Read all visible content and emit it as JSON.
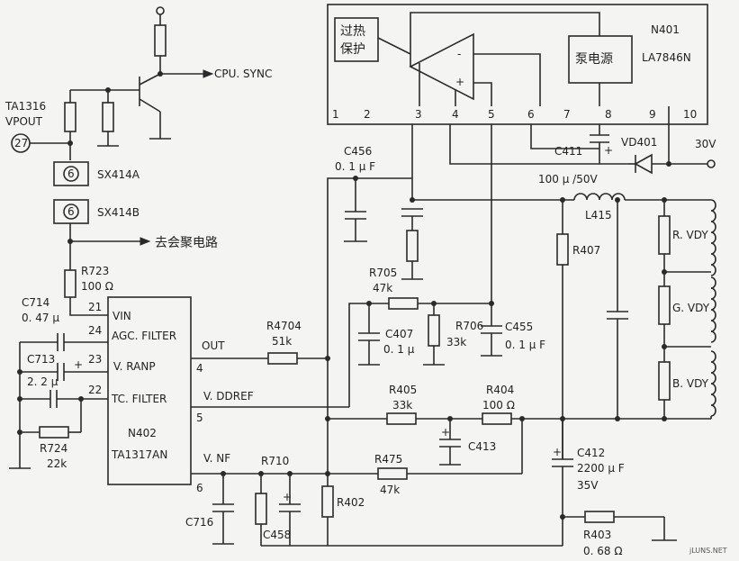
{
  "labels": {
    "overheat": [
      "过热",
      "保护"
    ],
    "pump_power": "泵电源",
    "n401": "N401",
    "la7846n": "LA7846N",
    "n401_pins": [
      "1",
      "2",
      "3",
      "4",
      "5",
      "6",
      "7",
      "8",
      "9",
      "10"
    ],
    "opamp_minus": "-",
    "opamp_plus": "+",
    "c411": "C411",
    "vd401": "VD401",
    "v30": "30V",
    "c456_name": "C456",
    "c456_val": "0. 1 μ F",
    "c411_val": "100 μ /50V",
    "l415": "L415",
    "r407": "R407",
    "r_vdy": "R. VDY",
    "g_vdy": "G. VDY",
    "b_vdy": "B. VDY",
    "ta1316": "TA1316",
    "vpout": "VPOUT",
    "pin27": "27",
    "cpu_sync": "CPU. SYNC",
    "sx_pin": "6",
    "sx414a": "SX414A",
    "sx414b": "SX414B",
    "convergence": "去会聚电路",
    "r723_name": "R723",
    "r723_val": "100 Ω",
    "c714_name": "C714",
    "c714_val": "0. 47 μ",
    "c713_name": "C713",
    "c713_val": "2. 2 μ",
    "r724_name": "R724",
    "r724_val": "22k",
    "n402": "N402",
    "ta1317an": "TA1317AN",
    "pin_vin": "VIN",
    "pin_agc": "AGC. FILTER",
    "pin_vranp": "V. RANP",
    "pin_tc": "TC. FILTER",
    "pin_out": "OUT",
    "pin_vddref": "V. DDREF",
    "pin_vnf": "V. NF",
    "pin_21": "21",
    "pin_24": "24",
    "pin_23": "23",
    "pin_22": "22",
    "pin_4": "4",
    "pin_5": "5",
    "pin_6": "6",
    "r4704_name": "R4704",
    "r4704_val": "51k",
    "r705_name": "R705",
    "r705_val": "47k",
    "c407_name": "C407",
    "c407_val": "0. 1 μ",
    "r706_name": "R706",
    "r706_val": "33k",
    "c455_name": "C455",
    "c455_val": "0. 1 μ F",
    "r405_name": "R405",
    "r405_val": "33k",
    "r404_name": "R404",
    "r404_val": "100 Ω",
    "c413": "C413",
    "c412_name": "C412",
    "c412_val": "2200 μ F",
    "c412_volt": "35V",
    "r710": "R710",
    "r475_name": "R475",
    "r475_val": "47k",
    "r402": "R402",
    "c716": "C716",
    "c458": "C458",
    "r403_name": "R403",
    "r403_val": "0. 68 Ω",
    "watermark": "jLUNS.NET"
  }
}
